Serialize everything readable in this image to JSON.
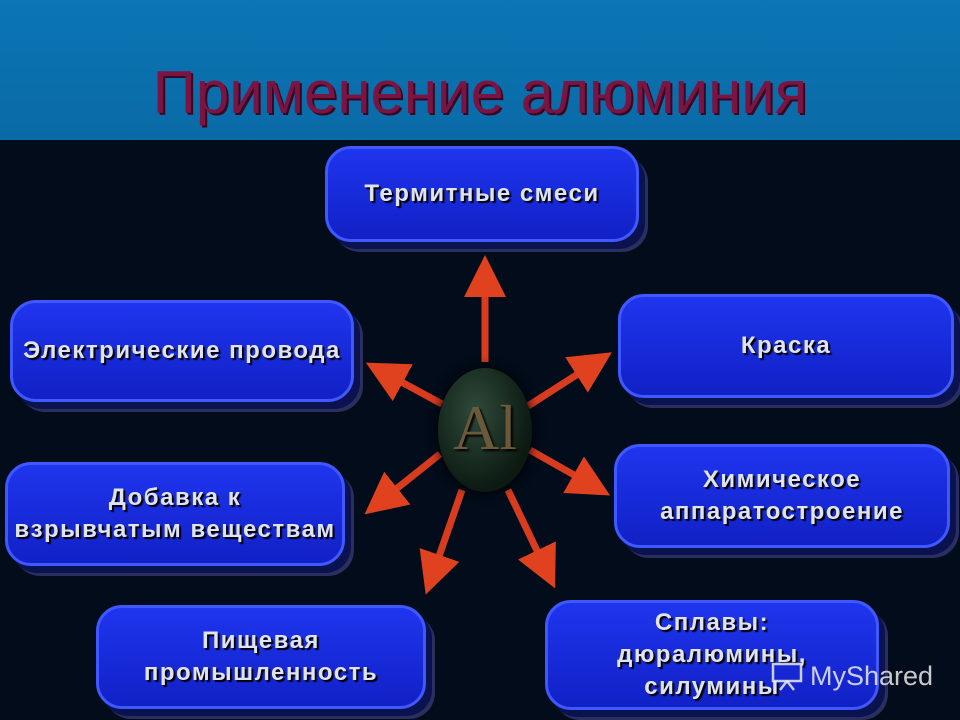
{
  "title": "Применение алюминия",
  "center": {
    "label": "Al"
  },
  "nodes": {
    "termit": "Термитные смеси",
    "wires": "Электрические  провода",
    "paint": "Краска",
    "explosives": "Добавка к\nвзрывчатым  веществам",
    "chemical": "Химическое\nаппаратостроение",
    "food": "Пищевая\nпромышленность",
    "alloys": "Сплавы:\nдюралюмины, силумины"
  },
  "watermark": {
    "text": "MyShared"
  },
  "colors": {
    "header": "#0a6aa6",
    "background": "#020c1a",
    "title": "#7a1442",
    "node": "#1121c6",
    "arrow": "#d93b1f"
  }
}
